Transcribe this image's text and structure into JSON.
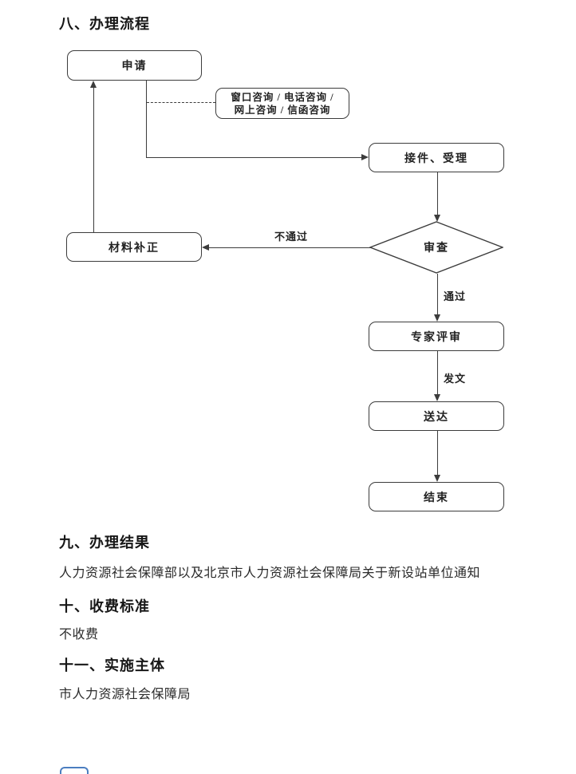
{
  "headings": {
    "s8": "八、办理流程",
    "s9": "九、办理结果",
    "s10": "十、收费标准",
    "s11": "十一、实施主体"
  },
  "paragraphs": {
    "s9_body": "人力资源社会保障部以及北京市人力资源社会保障局关于新设站单位通知",
    "s10_body": "不收费",
    "s11_body": "市人力资源社会保障局"
  },
  "flowchart": {
    "nodes": {
      "apply": "申请",
      "consult": {
        "line1": "窗口咨询 / 电话咨询 /",
        "line2": "网上咨询 / 信函咨询"
      },
      "accept": "接件、受理",
      "review": "审查",
      "correction": "材料补正",
      "expert_review": "专家评审",
      "delivery": "送达",
      "end": "结束"
    },
    "edge_labels": {
      "reject": "不通过",
      "pass": "通过",
      "issue_document": "发文"
    }
  },
  "colors": {
    "line": "#3c3c3c",
    "text": "#222222",
    "accent_blue": "#4b7ec0"
  }
}
